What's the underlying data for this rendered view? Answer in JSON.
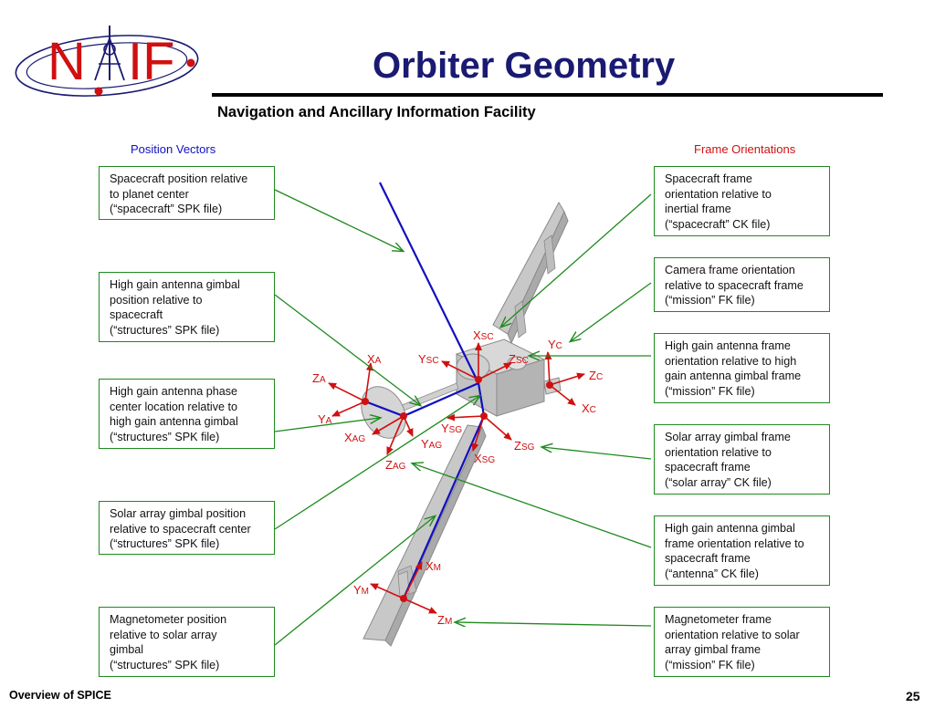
{
  "logo": {
    "text_n": "N",
    "text_if": "IF",
    "icon": "naif-logo-icon"
  },
  "title": "Orbiter Geometry",
  "subtitle": "Navigation and Ancillary Information Facility",
  "left_heading": "Position Vectors",
  "right_heading": "Frame Orientations",
  "left_boxes": [
    "Spacecraft position relative\nto planet center\n(“spacecraft” SPK file)",
    "High gain antenna gimbal\nposition relative to\nspacecraft\n(“structures” SPK file)",
    "High gain antenna phase\ncenter location relative to\nhigh gain antenna gimbal\n(“structures” SPK file)",
    "Solar array gimbal position\nrelative to spacecraft center\n(“structures” SPK file)",
    "Magnetometer position\nrelative to solar array\ngimbal\n(“structures” SPK file)"
  ],
  "right_boxes": [
    "Spacecraft frame\norientation relative to\ninertial frame\n(“spacecraft” CK file)",
    "Camera frame orientation\nrelative to spacecraft frame\n(“mission” FK file)",
    "High gain antenna frame\norientation relative to high\ngain antenna gimbal frame\n(“mission” FK file)",
    "Solar array gimbal frame\norientation relative to\nspacecraft frame\n(“solar array” CK file)",
    "High gain antenna gimbal\nframe orientation relative to\nspacecraft frame\n(“antenna” CK file)",
    "Magnetometer frame\norientation relative to solar\narray gimbal frame\n(“mission” FK file)"
  ],
  "axes": {
    "xsc": {
      "base": "X",
      "sub": "SC"
    },
    "ysc": {
      "base": "Y",
      "sub": "SC"
    },
    "zsc": {
      "base": "Z",
      "sub": "SC"
    },
    "yc": {
      "base": "Y",
      "sub": "C"
    },
    "zc": {
      "base": "Z",
      "sub": "C"
    },
    "xc": {
      "base": "X",
      "sub": "C"
    },
    "xa": {
      "base": "X",
      "sub": "A"
    },
    "za": {
      "base": "Z",
      "sub": "A"
    },
    "ya": {
      "base": "Y",
      "sub": "A"
    },
    "xag": {
      "base": "X",
      "sub": "AG"
    },
    "yag": {
      "base": "Y",
      "sub": "AG"
    },
    "zag": {
      "base": "Z",
      "sub": "AG"
    },
    "ysg": {
      "base": "Y",
      "sub": "SG"
    },
    "zsg": {
      "base": "Z",
      "sub": "SG"
    },
    "xsg": {
      "base": "X",
      "sub": "SG"
    },
    "xm": {
      "base": "X",
      "sub": "M"
    },
    "ym": {
      "base": "Y",
      "sub": "M"
    },
    "zm": {
      "base": "Z",
      "sub": "M"
    }
  },
  "footer": {
    "left": "Overview of SPICE",
    "page_number": "25"
  },
  "colors": {
    "title": "#1a1a73",
    "position_vector": "#1010c0",
    "frame_axis": "#d01010",
    "leader_line": "#1e8a1e",
    "spacecraft_body": "#c8c8c8"
  }
}
